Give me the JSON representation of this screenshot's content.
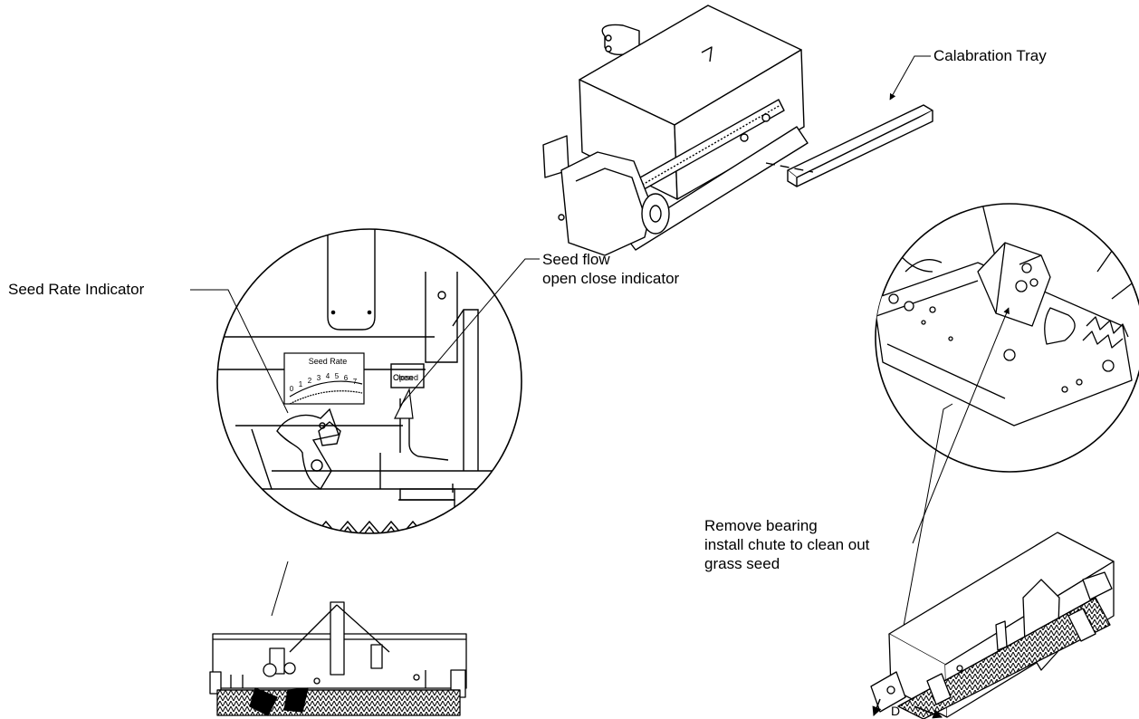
{
  "labels": {
    "calibration_tray": "Calabration Tray",
    "seed_rate_indicator": "Seed Rate Indicator",
    "seed_flow_line1": "Seed flow",
    "seed_flow_line2": "open close indicator",
    "remove_line1": "Remove bearing",
    "remove_line2": "install chute to clean out",
    "remove_line3": "grass seed",
    "gauge_title": "Seed Rate",
    "gauge_numbers": [
      "0",
      "1",
      "2",
      "3",
      "4",
      "5",
      "6",
      "7"
    ],
    "open": "Open",
    "closed": "Closed",
    "view_letter": "D"
  },
  "colors": {
    "line": "#000000",
    "background": "#ffffff"
  }
}
